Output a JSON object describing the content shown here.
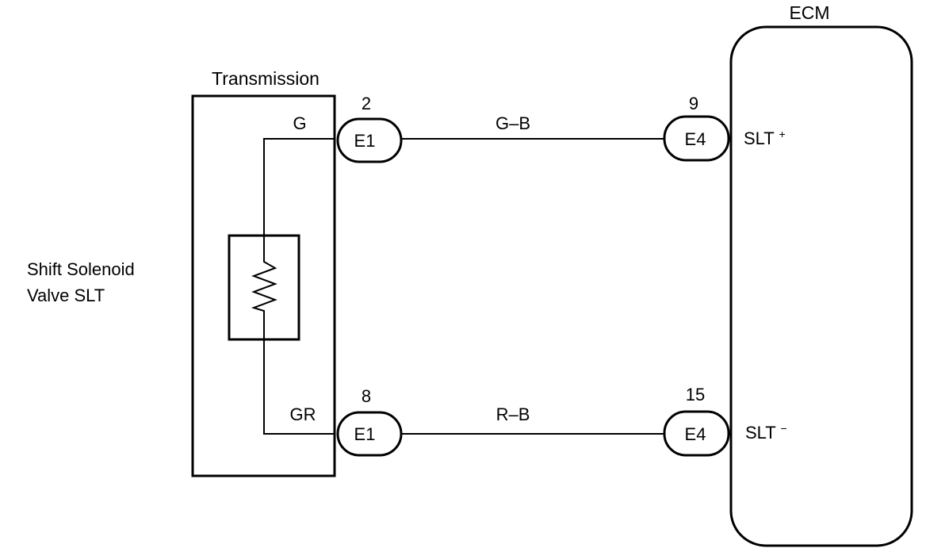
{
  "ecm": {
    "title": "ECM",
    "pins": [
      {
        "connector": "E4",
        "pin": "9",
        "signal_base": "SLT",
        "signal_sup": "+"
      },
      {
        "connector": "E4",
        "pin": "15",
        "signal_base": "SLT",
        "signal_sup": "−"
      }
    ]
  },
  "transmission": {
    "title": "Transmission",
    "pins": [
      {
        "connector": "E1",
        "pin": "2",
        "wire_label": "G"
      },
      {
        "connector": "E1",
        "pin": "8",
        "wire_label": "GR"
      }
    ]
  },
  "component": {
    "line1": "Shift Solenoid",
    "line2": "Valve SLT"
  },
  "wires": [
    {
      "color_code": "G–B"
    },
    {
      "color_code": "R–B"
    }
  ]
}
